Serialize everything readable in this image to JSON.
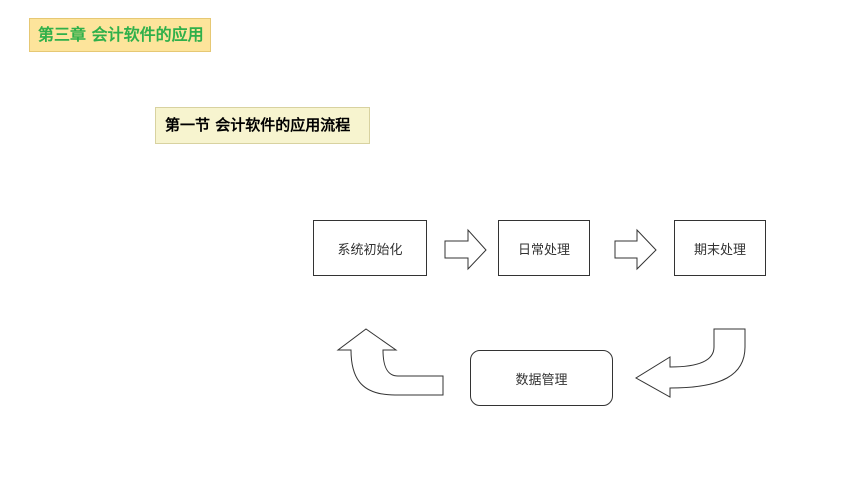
{
  "chapter": {
    "title": "第三章 会计软件的应用"
  },
  "section": {
    "title": "第一节 会计软件的应用流程"
  },
  "flow": {
    "steps": [
      {
        "label": "系统初始化"
      },
      {
        "label": "日常处理"
      },
      {
        "label": "期末处理"
      },
      {
        "label": "数据管理"
      }
    ]
  },
  "colors": {
    "chapter_bg": "#fde49b",
    "chapter_text": "#2fb04a",
    "section_bg": "#f7f4cf",
    "box_border": "#333333"
  }
}
